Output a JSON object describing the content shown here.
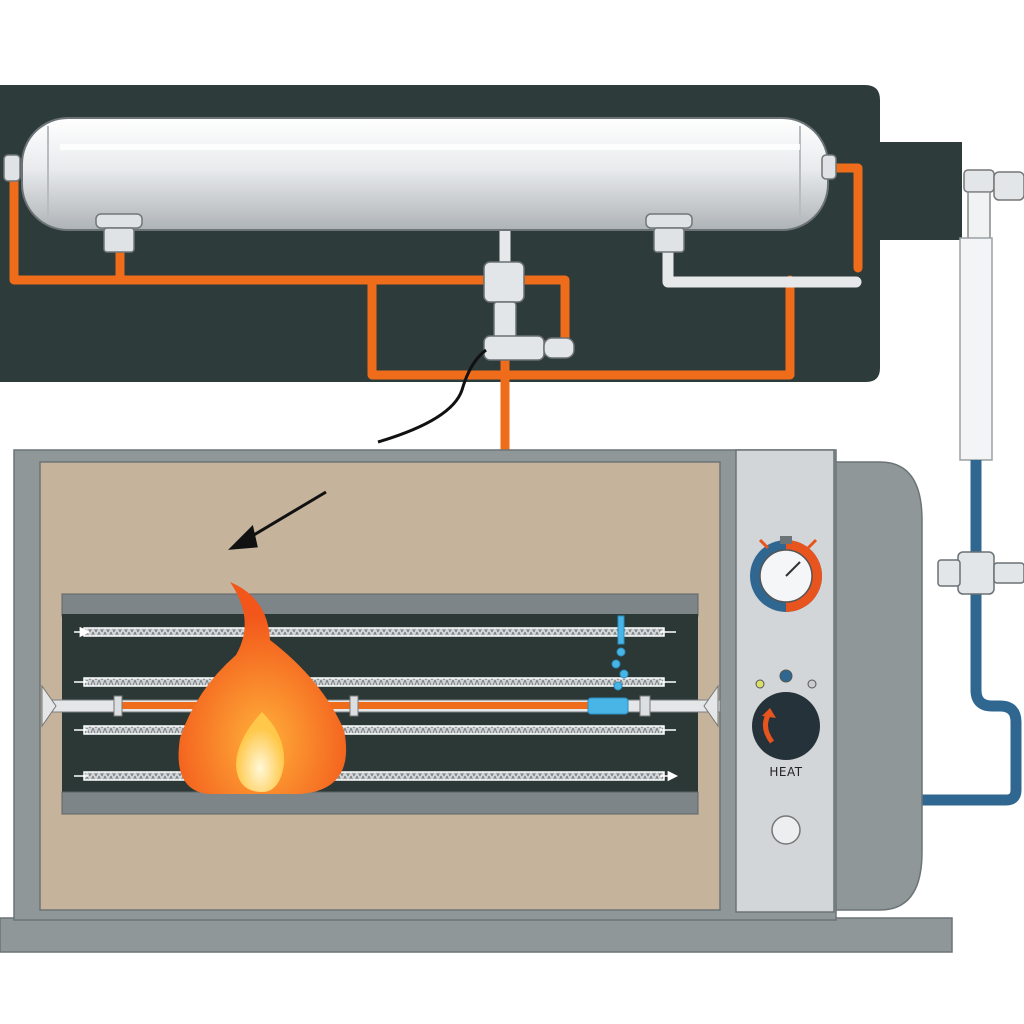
{
  "diagram": {
    "type": "heater-schematic",
    "control_panel": {
      "knob_label": "HEAT"
    },
    "colors": {
      "background": "#ffffff",
      "upper_panel": "#2e3b3b",
      "tank_body": "#e9ebed",
      "hot_pipe": "#ef6c1a",
      "cold_pipe": "#2f6790",
      "white_pipe": "#e6e8ea",
      "cabinet_frame": "#8f9799",
      "oven_chamber": "#c6b39c",
      "element_bay": "#2b3836",
      "flame_outer": "#f26a1b",
      "flame_inner": "#ffd45a",
      "water_drip": "#49b4e6",
      "panel": "#d3d6d8",
      "gauge_ring": "#e8541e",
      "knob": "#26323a"
    },
    "icons": [
      "tank",
      "flame",
      "heating-element",
      "pressure-gauge",
      "heat-knob",
      "indicator-light",
      "valve",
      "arrow"
    ]
  }
}
